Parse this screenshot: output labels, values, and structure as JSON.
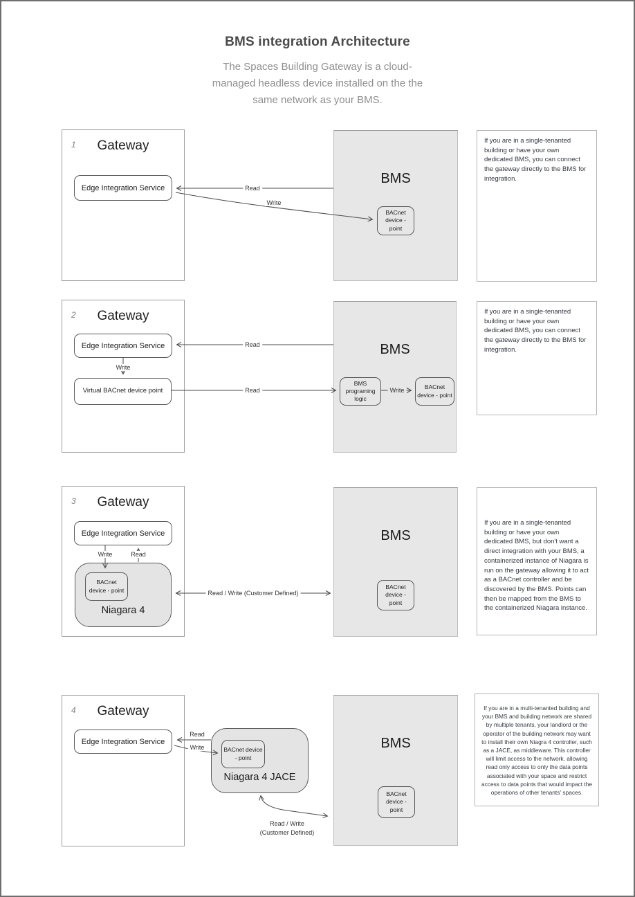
{
  "page": {
    "title": "BMS integration Architecture",
    "subtitle_lines": [
      "The Spaces Building Gateway is a cloud-",
      "managed headless device installed on the the",
      "same network as your BMS."
    ]
  },
  "colors": {
    "bms_fill": "#e7e7e7",
    "niagara_fill": "#e4e4e4",
    "box_border": "#595959",
    "line": "#4a4a4a",
    "title_text": "#4a4a4a",
    "subtitle_text": "#8f8f8f"
  },
  "rows": [
    {
      "num": "1",
      "gateway_title": "Gateway",
      "edge_service_label": "Edge Integration Service",
      "read_label": "Read",
      "write_label": "Write",
      "bms_title": "BMS",
      "bacnet_point_label": "BACnet device - point",
      "description": "If you are in a single-tenanted building or have your own dedicated BMS, you can connect the gateway directly to the BMS for integration."
    },
    {
      "num": "2",
      "gateway_title": "Gateway",
      "edge_service_label": "Edge Integration Service",
      "write_label": "Write",
      "virtual_point_label": "Virtual BACnet device point",
      "read_top_label": "Read",
      "read_bottom_label": "Read",
      "bms_title": "BMS",
      "bms_logic_label": "BMS programing logic",
      "bms_write_label": "Write",
      "bacnet_point_label": "BACnet device - point",
      "description": "If you are in a single-tenanted building or have your own dedicated BMS, you can connect the gateway directly to the BMS for integration."
    },
    {
      "num": "3",
      "gateway_title": "Gateway",
      "edge_service_label": "Edge Integration Service",
      "write_label": "Write",
      "read_label": "Read",
      "niagara_label": "Niagara 4",
      "bacnet_point_label": "BACnet device - point",
      "rw_label": "Read / Write (Customer Defined)",
      "bms_title": "BMS",
      "description": "If you are in a single-tenanted building or have your own dedicated BMS, but don't want a direct integration with your BMS, a containerized instance of Niagara is run on the gateway allowing it to act as a BACnet controller and be discovered by the BMS. Points can then be mapped from the BMS to the containerized Niagara instance."
    },
    {
      "num": "4",
      "gateway_title": "Gateway",
      "edge_service_label": "Edge Integration Service",
      "read_label": "Read",
      "write_label": "Write",
      "niagara_label": "Niagara 4 JACE",
      "bacnet_point_label": "BACnet device - point",
      "rw_label_line1": "Read / Write",
      "rw_label_line2": "(Customer Defined)",
      "bms_title": "BMS",
      "description": "If you are in a multi-tenanted building and your BMS and building network are shared by multiple tenants, your landlord or the operator of the building network may want to install their own Niagra 4 controller, such as a JACE, as middleware. This controller will limit access to the network, allowing read only access to only the data points associated with your space and restrict access to data points that would impact the operations of other tenants' spaces."
    }
  ]
}
